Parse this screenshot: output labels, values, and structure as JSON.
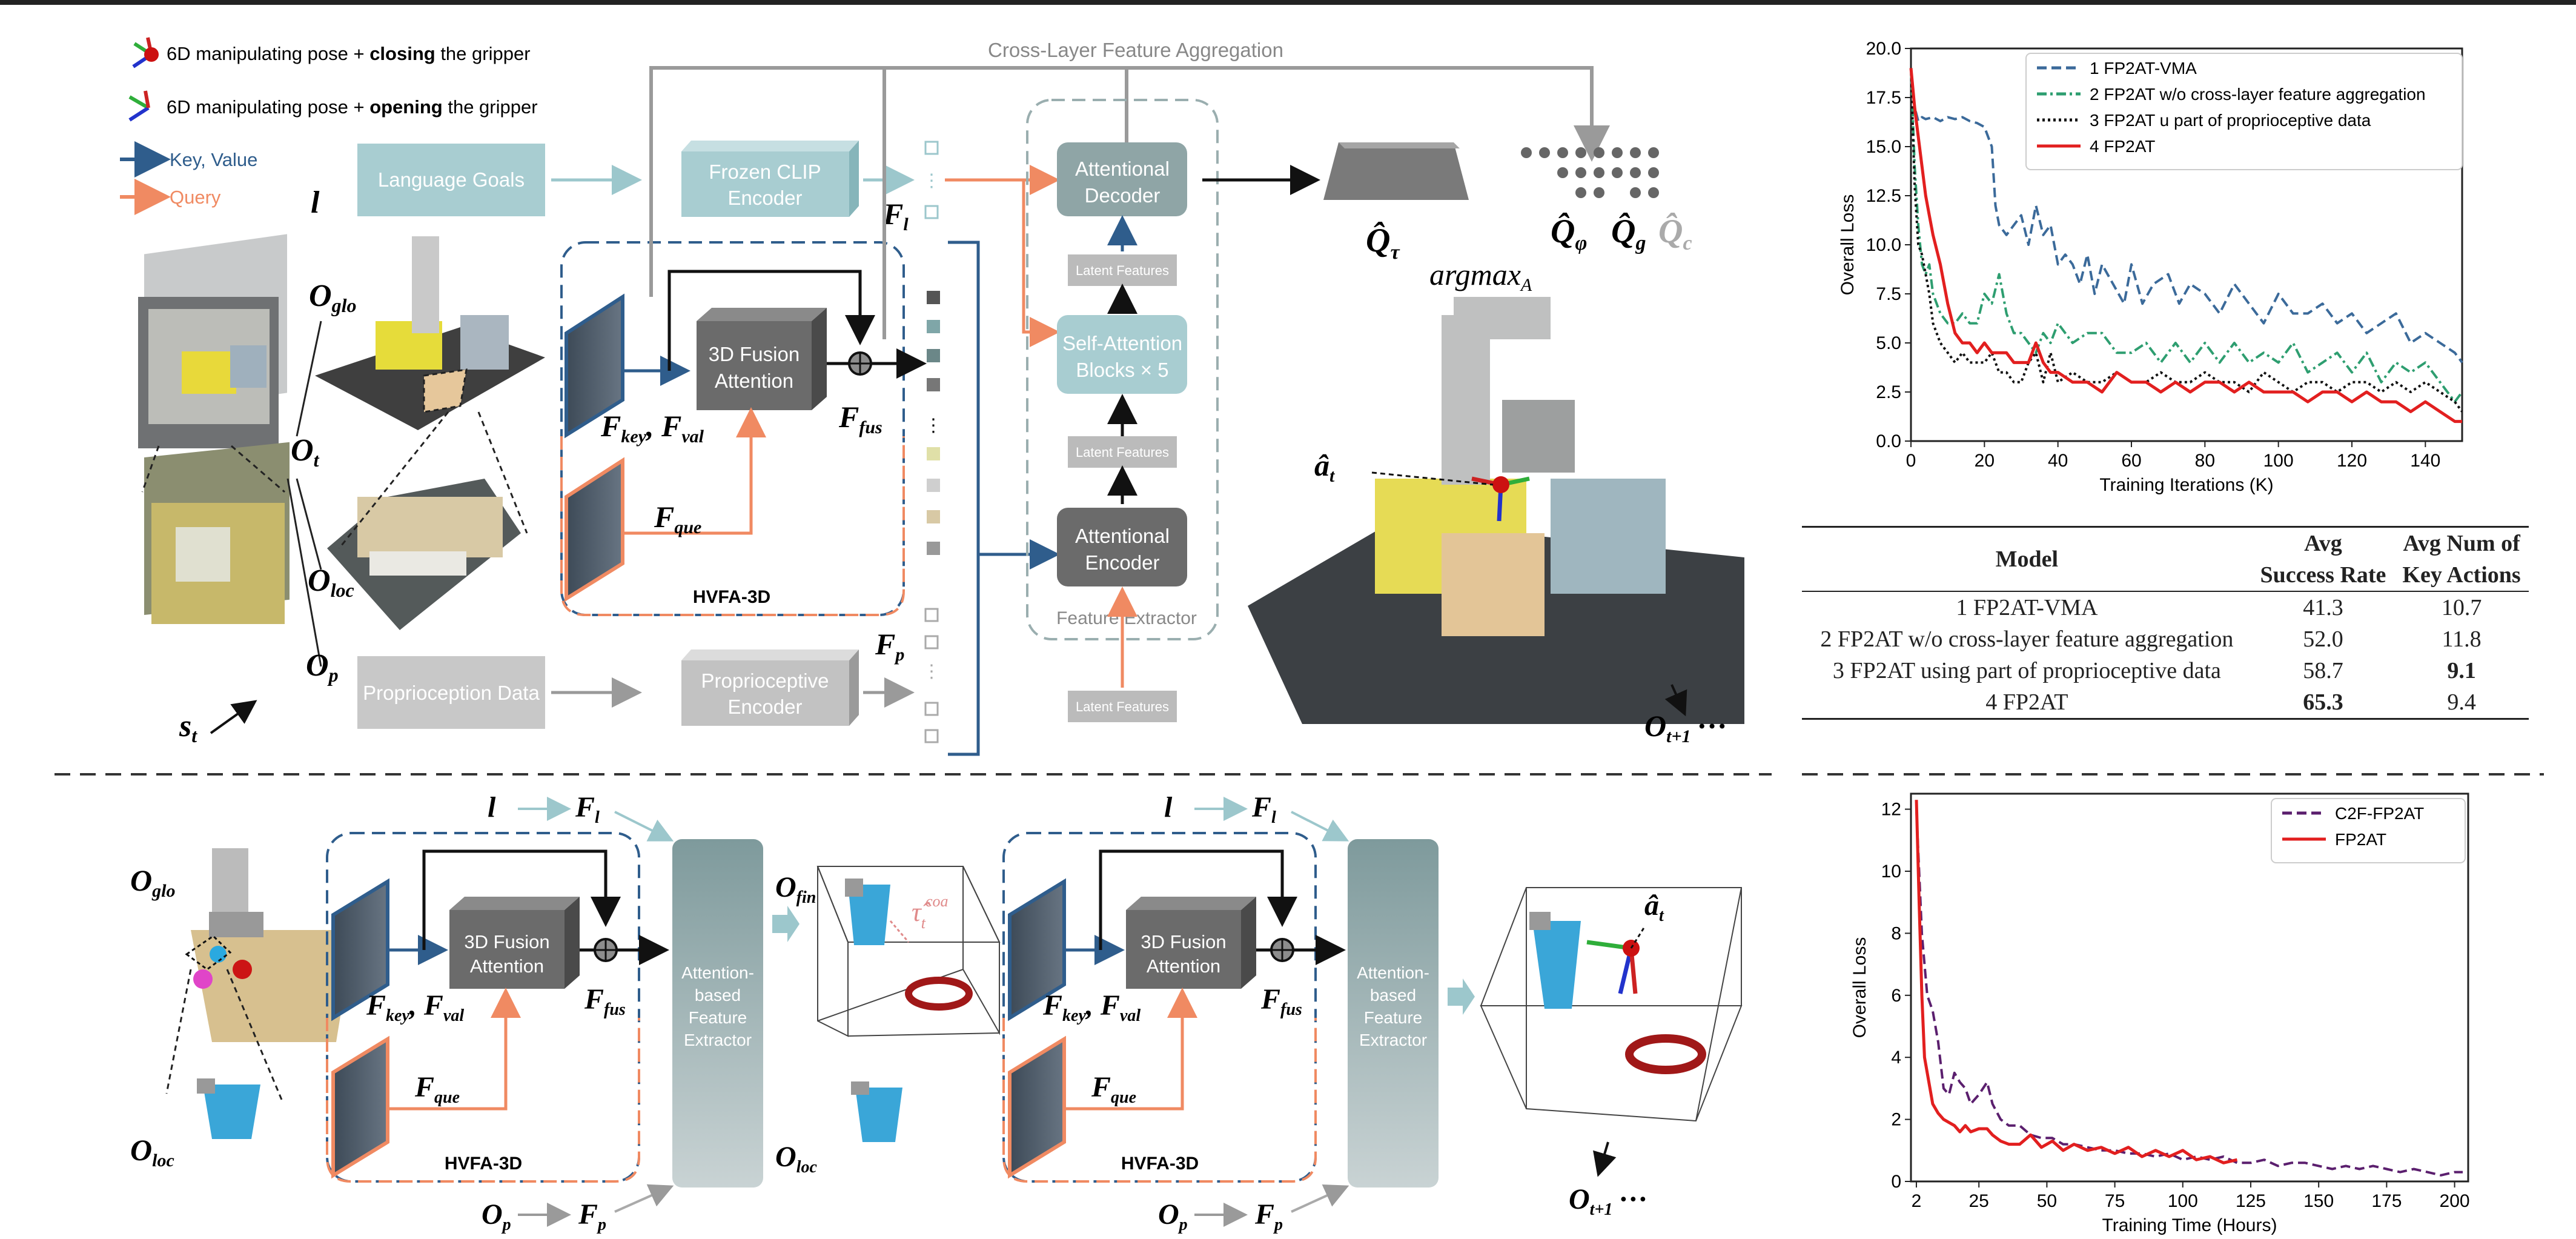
{
  "legend": {
    "closing": {
      "prefix": "6D manipulating pose + ",
      "bold": "closing",
      "suffix": " the gripper"
    },
    "opening": {
      "prefix": "6D manipulating pose + ",
      "bold": "opening",
      "suffix": " the gripper"
    },
    "key_value": "Key, Value",
    "query": "Query"
  },
  "top": {
    "cross_layer": "Cross-Layer Feature Aggregation",
    "language_goals": "Language Goals",
    "frozen_clip": [
      "Frozen CLIP",
      "Encoder"
    ],
    "proprio_data": "Proprioception Data",
    "proprio_encoder": [
      "Proprioceptive",
      "Encoder"
    ],
    "fusion": [
      "3D Fusion",
      "Attention"
    ],
    "hvfa": "HVFA-3D",
    "decoder": [
      "Attentional",
      "Decoder"
    ],
    "self_attention": [
      "Self-Attention",
      "Blocks × 5"
    ],
    "encoder": [
      "Attentional",
      "Encoder"
    ],
    "latent": "Latent Features",
    "feature_extractor": "Feature Extractor",
    "sym": {
      "l": "l",
      "o_glo": "O",
      "o_glo_sub": "glo",
      "o_t": "O",
      "o_t_sub": "t",
      "o_loc": "O",
      "o_loc_sub": "loc",
      "o_p": "O",
      "o_p_sub": "p",
      "s_t": "s",
      "s_t_sub": "t",
      "f_l": "F",
      "f_l_sub": "l",
      "f_p": "F",
      "f_p_sub": "p",
      "f_key": "F",
      "f_key_sub": "key",
      "f_val": "F",
      "f_val_sub": "val",
      "f_que": "F",
      "f_que_sub": "que",
      "f_fus": "F",
      "f_fus_sub": "fus",
      "q_tau": "Q̂",
      "q_tau_sub": "τ",
      "q_phi": "Q̂",
      "q_phi_sub": "φ",
      "q_g": "Q̂",
      "q_g_sub": "g",
      "q_c": "Q̂",
      "q_c_sub": "c",
      "argmax": "argmax",
      "argmax_sub": "A",
      "a_t": "â",
      "a_t_sub": "t",
      "o_next": "O",
      "o_next_sub": "t+1",
      "ellipsis": "···"
    }
  },
  "bottom": {
    "fusion": [
      "3D Fusion",
      "Attention"
    ],
    "hvfa": "HVFA-3D",
    "abfe": [
      "Attention-",
      "based",
      "Feature",
      "Extractor"
    ],
    "sym": {
      "l": "l",
      "f_l": "F",
      "f_l_sub": "l",
      "o_glo": "O",
      "o_glo_sub": "glo",
      "o_loc": "O",
      "o_loc_sub": "loc",
      "o_fin": "O",
      "o_fin_sub": "fin",
      "o_p": "O",
      "o_p_sub": "p",
      "f_p": "F",
      "f_p_sub": "p",
      "f_key": "F",
      "f_key_sub": "key",
      "f_val": "F",
      "f_val_sub": "val",
      "f_que": "F",
      "f_que_sub": "que",
      "f_fus": "F",
      "f_fus_sub": "fus",
      "tau_coa": "τ̂",
      "tau_coa_sub": "t",
      "tau_coa_sup": "coa",
      "a_t": "â",
      "a_t_sub": "t",
      "o_next": "O",
      "o_next_sub": "t+1",
      "ellipsis": "···"
    }
  },
  "table": {
    "headers": [
      "Model",
      "Avg",
      "Avg Num of",
      "Success Rate",
      "Key Actions"
    ],
    "rows": [
      [
        "1 FP2AT-VMA",
        "41.3",
        "10.7"
      ],
      [
        "2 FP2AT w/o cross-layer feature aggregation",
        "52.0",
        "11.8"
      ],
      [
        "3 FP2AT using part of proprioceptive data",
        "58.7",
        "9.1"
      ],
      [
        "4 FP2AT",
        "65.3",
        "9.4"
      ]
    ],
    "bold_cells": [
      [
        3,
        1
      ],
      [
        2,
        2
      ]
    ]
  },
  "chart_data": [
    {
      "type": "line",
      "xlabel": "Training Iterations (K)",
      "ylabel": "Overall Loss",
      "xlim": [
        0,
        150
      ],
      "ylim": [
        0,
        20
      ],
      "xticks": [
        0,
        20,
        40,
        60,
        80,
        100,
        120,
        140
      ],
      "yticks": [
        0.0,
        2.5,
        5.0,
        7.5,
        10.0,
        12.5,
        15.0,
        17.5,
        20.0
      ],
      "legend_position": "top-right",
      "series": [
        {
          "name": "1 FP2AT-VMA",
          "color": "#3b6a9a",
          "dash": "dashed",
          "x": [
            0,
            1,
            2,
            3,
            4,
            6,
            8,
            10,
            12,
            14,
            16,
            18,
            20,
            22,
            23,
            24,
            26,
            28,
            30,
            32,
            34,
            36,
            38,
            40,
            42,
            44,
            46,
            48,
            50,
            52,
            55,
            58,
            60,
            63,
            66,
            70,
            73,
            76,
            80,
            84,
            88,
            92,
            96,
            100,
            104,
            108,
            112,
            116,
            120,
            124,
            128,
            132,
            136,
            140,
            144,
            148,
            150
          ],
          "y": [
            19,
            17,
            16.3,
            16.5,
            16.4,
            16.5,
            16.3,
            16.5,
            16.4,
            16.5,
            16.3,
            16.2,
            16,
            15,
            12,
            11,
            10.5,
            11,
            11.5,
            10,
            12,
            10.5,
            11,
            9,
            9.5,
            9,
            8,
            9.5,
            7.5,
            9,
            8,
            7,
            9,
            7,
            8,
            8.5,
            7,
            8,
            7.5,
            6.5,
            8,
            7,
            6,
            7.5,
            6.5,
            6.5,
            7,
            6,
            6.5,
            5.5,
            6,
            6.5,
            5,
            5.5,
            5,
            4.5,
            4
          ]
        },
        {
          "name": "2 FP2AT w/o cross-layer feature aggregation",
          "color": "#2e9e70",
          "dash": "dashdot",
          "x": [
            0,
            1,
            2,
            3,
            4,
            5,
            6,
            8,
            10,
            12,
            14,
            16,
            18,
            20,
            22,
            24,
            26,
            28,
            30,
            32,
            34,
            36,
            38,
            40,
            44,
            48,
            52,
            56,
            60,
            64,
            68,
            72,
            76,
            80,
            84,
            88,
            92,
            96,
            100,
            104,
            108,
            112,
            116,
            120,
            124,
            128,
            132,
            136,
            140,
            144,
            148,
            150
          ],
          "y": [
            19,
            14,
            11,
            9,
            8.5,
            9,
            7.5,
            6.5,
            6,
            6,
            6.5,
            6,
            6,
            7.5,
            7,
            8.5,
            6.5,
            5.5,
            5.5,
            5,
            4.5,
            5.5,
            5,
            6,
            5,
            5.5,
            5.5,
            4.5,
            4.5,
            5,
            4,
            5,
            4,
            5,
            4,
            5,
            4,
            4.5,
            4,
            5,
            3.5,
            4,
            4.5,
            3.5,
            4.5,
            3,
            4,
            3.5,
            4,
            3,
            2,
            2.5
          ]
        },
        {
          "name": "3 FP2AT u part of proprioceptive data",
          "color": "#111111",
          "dash": "dotted",
          "x": [
            0,
            1,
            2,
            3,
            4,
            5,
            6,
            8,
            10,
            12,
            14,
            16,
            18,
            20,
            22,
            24,
            26,
            28,
            30,
            32,
            34,
            36,
            38,
            40,
            44,
            48,
            52,
            56,
            60,
            64,
            68,
            72,
            76,
            80,
            84,
            88,
            92,
            96,
            100,
            104,
            108,
            112,
            116,
            120,
            124,
            128,
            132,
            136,
            140,
            144,
            148,
            150
          ],
          "y": [
            19,
            13,
            10,
            9.5,
            8.5,
            7.5,
            6,
            5,
            4.5,
            4,
            4.5,
            4,
            4,
            4,
            4.5,
            3.5,
            3.5,
            3,
            3,
            4,
            4.5,
            3,
            4.5,
            3,
            3.5,
            3,
            3,
            3.5,
            3,
            3,
            3.5,
            3,
            3,
            3.5,
            3,
            3,
            2.5,
            3.5,
            3,
            2.5,
            3,
            3,
            2.5,
            3,
            3,
            2.5,
            3,
            2.5,
            3,
            2.5,
            2,
            1.5
          ]
        },
        {
          "name": "4 FP2AT",
          "color": "#e21f1f",
          "dash": "solid",
          "x": [
            0,
            1,
            2,
            3,
            4,
            5,
            6,
            8,
            10,
            12,
            14,
            16,
            18,
            20,
            22,
            24,
            26,
            28,
            30,
            32,
            34,
            36,
            38,
            40,
            44,
            48,
            52,
            56,
            60,
            64,
            68,
            72,
            76,
            80,
            84,
            88,
            92,
            96,
            100,
            104,
            108,
            112,
            116,
            120,
            124,
            128,
            132,
            136,
            140,
            144,
            148,
            150
          ],
          "y": [
            19,
            17,
            15.5,
            14,
            12.5,
            11.5,
            10.5,
            9,
            7,
            5.5,
            5,
            5,
            4.5,
            5,
            4.5,
            4.5,
            4.5,
            4,
            4,
            4,
            5,
            4,
            3.5,
            3.5,
            3,
            3,
            2.5,
            3.5,
            3,
            3,
            2.5,
            3,
            2.5,
            3,
            3,
            2.5,
            3,
            2.5,
            2.5,
            2.5,
            2,
            2.5,
            2.5,
            2,
            2.5,
            2,
            2,
            1.5,
            2,
            1.5,
            1,
            1
          ]
        }
      ]
    },
    {
      "type": "line",
      "xlabel": "Training Time (Hours)",
      "ylabel": "Overall Loss",
      "xlim": [
        0,
        205
      ],
      "ylim": [
        0,
        12.5
      ],
      "xticks": [
        2,
        25,
        50,
        75,
        100,
        125,
        150,
        175,
        200
      ],
      "yticks": [
        0,
        2,
        4,
        6,
        8,
        10,
        12
      ],
      "legend_position": "top-right",
      "series": [
        {
          "name": "C2F-FP2AT",
          "color": "#5b1f6e",
          "dash": "dashed",
          "x": [
            2,
            3,
            4,
            5,
            6,
            8,
            10,
            12,
            14,
            16,
            18,
            20,
            22,
            25,
            28,
            30,
            33,
            36,
            40,
            44,
            48,
            52,
            56,
            60,
            65,
            70,
            75,
            80,
            85,
            90,
            95,
            100,
            105,
            110,
            115,
            120,
            125,
            130,
            135,
            140,
            145,
            150,
            155,
            160,
            165,
            170,
            175,
            180,
            185,
            190,
            195,
            200,
            203
          ],
          "y": [
            12,
            10,
            8,
            7,
            6,
            5.5,
            4.5,
            3,
            2.8,
            3.5,
            3.2,
            3,
            2.5,
            2.8,
            3.2,
            2.5,
            2,
            1.8,
            1.8,
            1.5,
            1.4,
            1.4,
            1.2,
            1.2,
            1.1,
            1.0,
            1.0,
            0.9,
            0.9,
            0.8,
            0.9,
            0.7,
            0.8,
            0.7,
            0.8,
            0.6,
            0.6,
            0.7,
            0.5,
            0.6,
            0.6,
            0.5,
            0.4,
            0.5,
            0.4,
            0.5,
            0.4,
            0.3,
            0.4,
            0.3,
            0.2,
            0.3,
            0.3
          ]
        },
        {
          "name": "FP2AT",
          "color": "#e21f1f",
          "dash": "solid",
          "x": [
            2,
            3,
            4,
            5,
            6,
            8,
            10,
            12,
            14,
            16,
            18,
            20,
            22,
            25,
            28,
            30,
            33,
            36,
            40,
            44,
            48,
            52,
            56,
            60,
            65,
            70,
            75,
            80,
            85,
            90,
            95,
            100,
            105,
            110,
            115,
            120
          ],
          "y": [
            12.3,
            9,
            6,
            4,
            3.5,
            2.5,
            2.2,
            2.0,
            1.9,
            1.8,
            1.6,
            1.8,
            1.6,
            1.7,
            1.7,
            1.5,
            1.3,
            1.2,
            1.2,
            1.5,
            1.1,
            1.3,
            1.0,
            1.2,
            1.0,
            1.1,
            0.9,
            1.1,
            0.8,
            1.0,
            0.8,
            1.0,
            0.7,
            0.8,
            0.6,
            0.7
          ]
        }
      ]
    }
  ]
}
